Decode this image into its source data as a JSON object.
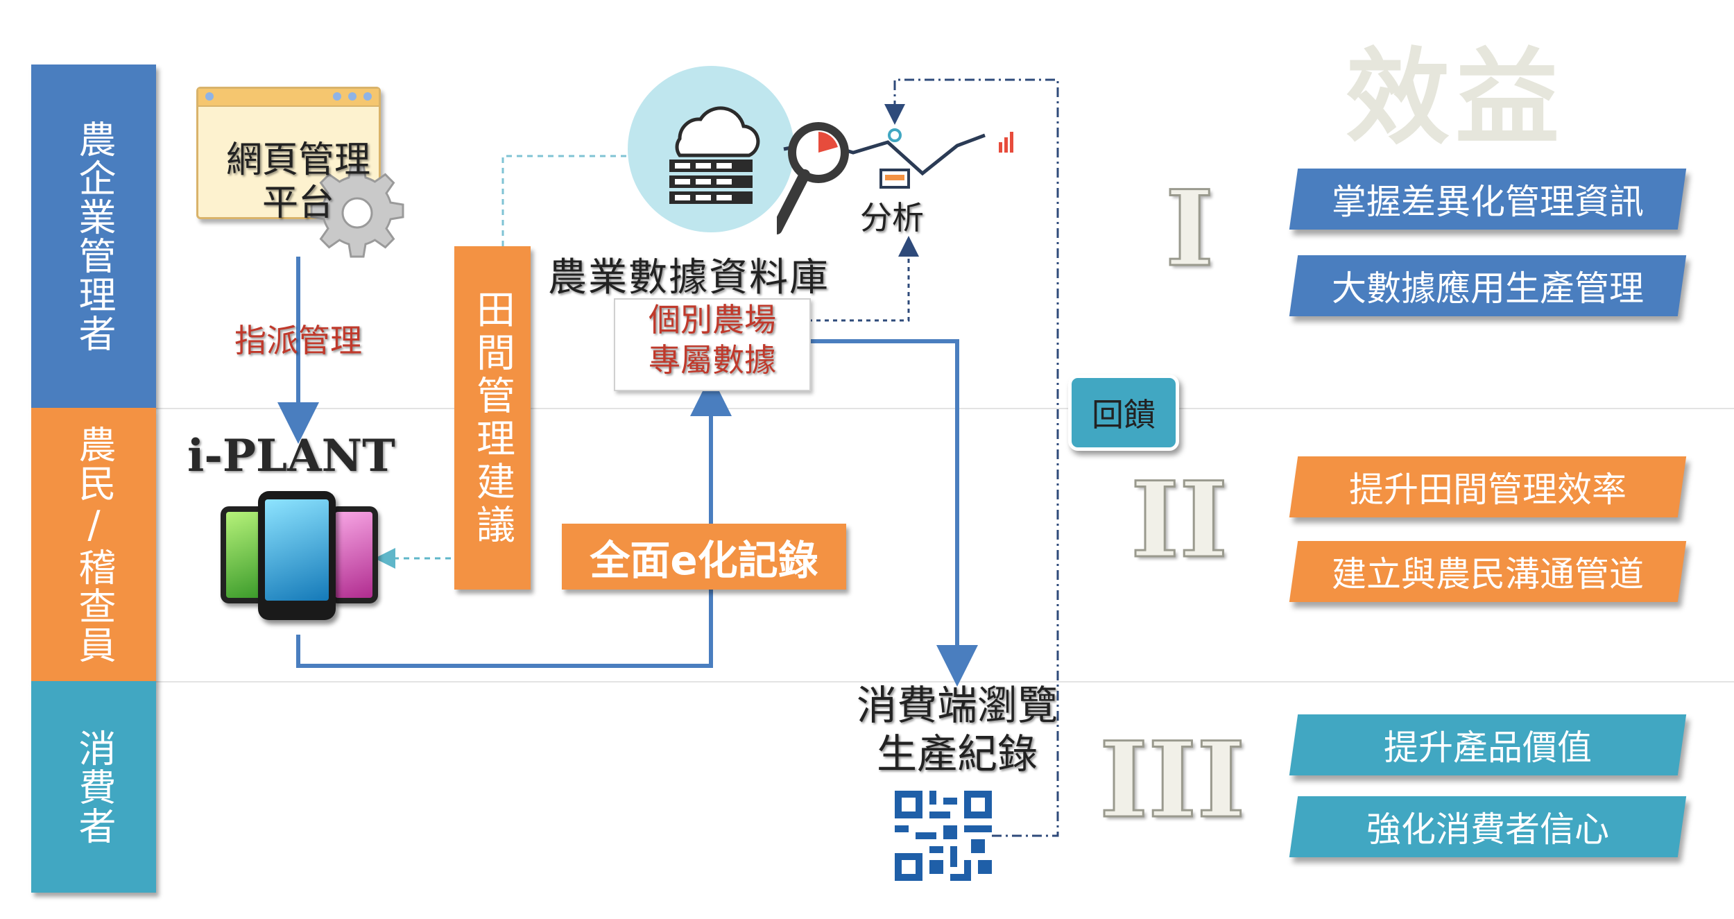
{
  "lanes": {
    "manager": "農企業管理者",
    "farmer": "農民/稽查員",
    "consumer": "消費者"
  },
  "web_platform": {
    "line1": "網頁管理",
    "line2": "平台"
  },
  "assign_label": "指派管理",
  "iplant_label": "i-PLANT",
  "field_advice": "田間管理建議",
  "database_label": "農業數據資料庫",
  "analysis_label": "分析",
  "farm_data": {
    "line1": "個別農場",
    "line2": "專屬數據"
  },
  "e_record": "全面e化記錄",
  "consumer_browse": {
    "line1": "消費端瀏覽",
    "line2": "生產紀錄"
  },
  "feedback": "回饋",
  "benefit_title": "效益",
  "benefits": {
    "roman1": "I",
    "roman2": "II",
    "roman3": "III",
    "b1": "掌握差異化管理資訊",
    "b2": "大數據應用生產管理",
    "b3": "提升田間管理效率",
    "b4": "建立與農民溝通管道",
    "b5": "提升產品價值",
    "b6": "強化消費者信心"
  },
  "colors": {
    "blue": "#4a7ebf",
    "orange": "#f39243",
    "teal": "#41a7c2",
    "red_text": "#c0392b",
    "title_gray": "#e6e6dc"
  }
}
